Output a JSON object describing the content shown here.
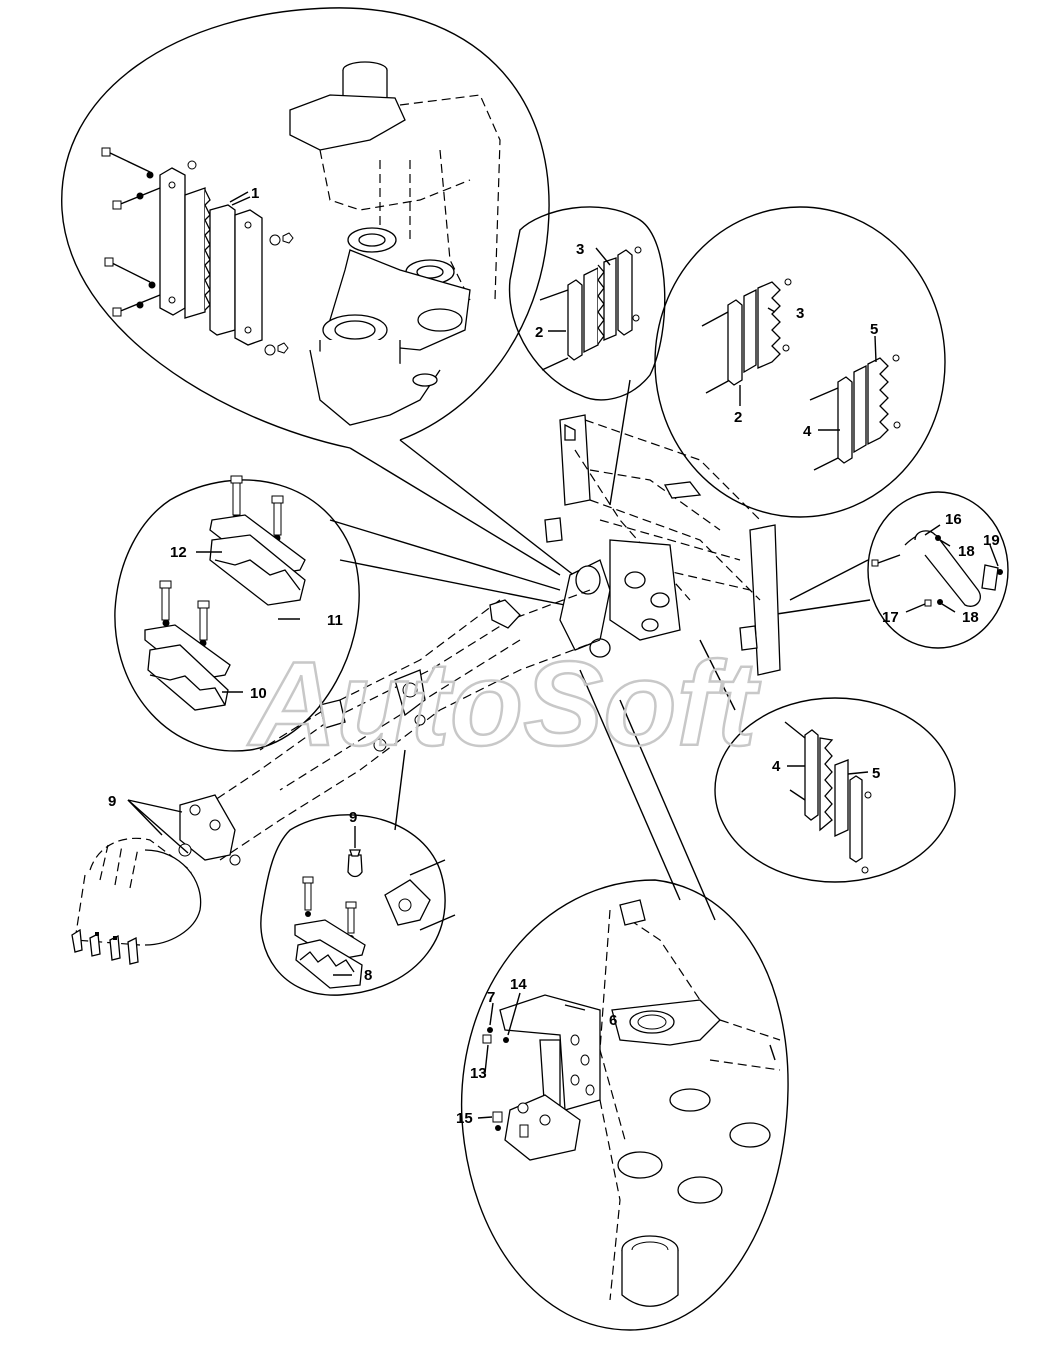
{
  "watermark": "AutoSoft",
  "callouts": [
    {
      "id": "c1",
      "text": "1"
    },
    {
      "id": "c2a",
      "text": "2"
    },
    {
      "id": "c2b",
      "text": "2"
    },
    {
      "id": "c3a",
      "text": "3"
    },
    {
      "id": "c3b",
      "text": "3"
    },
    {
      "id": "c4a",
      "text": "4"
    },
    {
      "id": "c4b",
      "text": "4"
    },
    {
      "id": "c5a",
      "text": "5"
    },
    {
      "id": "c5b",
      "text": "5"
    },
    {
      "id": "c6",
      "text": "6"
    },
    {
      "id": "c7",
      "text": "7"
    },
    {
      "id": "c8",
      "text": "8"
    },
    {
      "id": "c9a",
      "text": "9"
    },
    {
      "id": "c9b",
      "text": "9"
    },
    {
      "id": "c10",
      "text": "10"
    },
    {
      "id": "c11",
      "text": "11"
    },
    {
      "id": "c12",
      "text": "12"
    },
    {
      "id": "c13",
      "text": "13"
    },
    {
      "id": "c14",
      "text": "14"
    },
    {
      "id": "c15",
      "text": "15"
    },
    {
      "id": "c16",
      "text": "16"
    },
    {
      "id": "c17",
      "text": "17"
    },
    {
      "id": "c18a",
      "text": "18"
    },
    {
      "id": "c18b",
      "text": "18"
    },
    {
      "id": "c19",
      "text": "19"
    }
  ]
}
